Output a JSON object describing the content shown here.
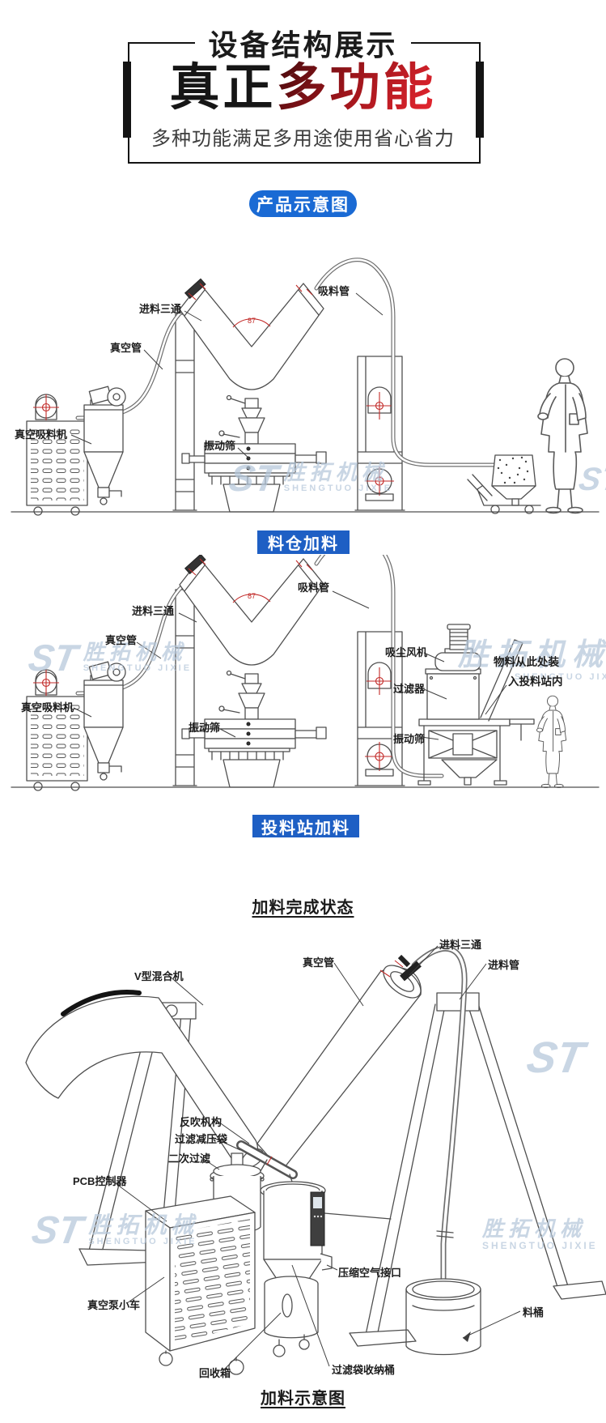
{
  "header": {
    "kicker": "设备结构展示",
    "title_black": "真正",
    "title_red": "多功能",
    "subtitle": "多种功能满足多用途使用省心省力"
  },
  "product_badge": "产品示意图",
  "watermark": {
    "logo": "ST",
    "name_cn": "胜拓机械",
    "name_en": "SHENGTUO JIXIE"
  },
  "mixer": {
    "angle_label": "87"
  },
  "colors": {
    "accent_blue_badge": "#1a6ad4",
    "accent_blue_caption": "#1e5fc4",
    "accent_red": "#c11920",
    "watermark_blue": "#b5c7da"
  },
  "diagram1": {
    "caption": "料仓加料",
    "labels": {
      "suction_pipe": "吸料管",
      "feed_tee": "进料三通",
      "vacuum_pipe": "真空管",
      "vacuum_feeder": "真空吸料机",
      "vibrating_screen": "振动筛"
    }
  },
  "diagram2": {
    "caption": "投料站加料",
    "labels": {
      "suction_pipe": "吸料管",
      "feed_tee": "进料三通",
      "vacuum_pipe": "真空管",
      "vacuum_feeder": "真空吸料机",
      "vibrating_screen_left": "振动筛",
      "dust_fan": "吸尘风机",
      "filter": "过滤器",
      "vibrating_screen_right": "振动筛",
      "note_line1": "物料从此处装",
      "note_line2": "入投料站内"
    }
  },
  "section3": {
    "title": "加料完成状态",
    "bottom_title": "加料示意图",
    "labels": {
      "v_mixer": "V型混合机",
      "vacuum_pipe": "真空管",
      "feed_tee": "进料三通",
      "feed_pipe": "进料管",
      "blowback": "反吹机构",
      "filter_bag": "过滤减压袋",
      "secondary_filter": "二次过滤",
      "pcb_controller": "PCB控制器",
      "air_port": "压缩空气接口",
      "pump_cart": "真空泵小车",
      "recycle_bin": "回收箱",
      "bag_bucket": "过滤袋收纳桶",
      "material_barrel": "料桶"
    }
  }
}
